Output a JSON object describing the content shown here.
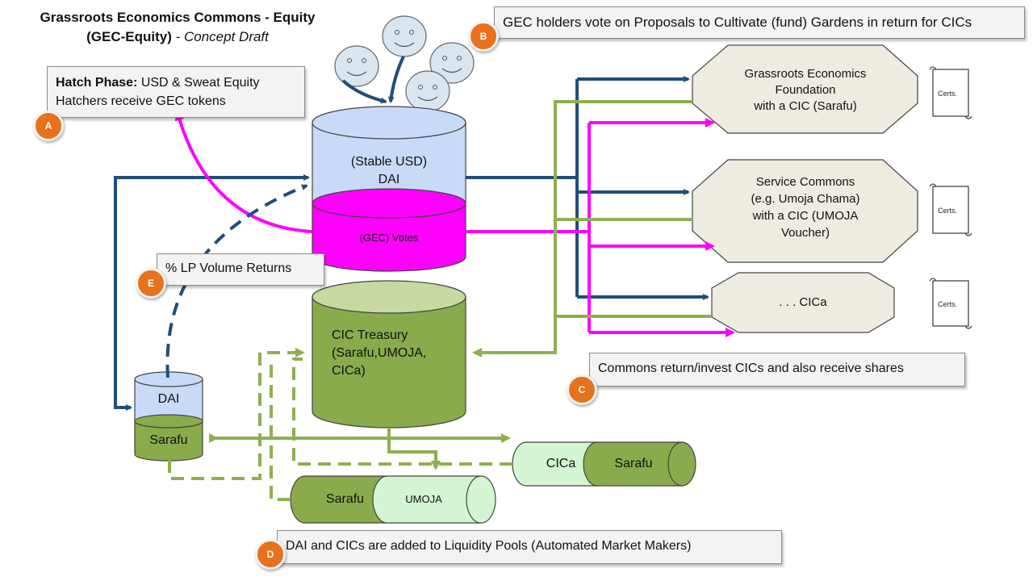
{
  "title": {
    "line1": "Grassroots Economics Commons - Equity",
    "line2_bold": "(GEC-Equity)",
    "line2_sep": " - ",
    "line2_italic": "Concept Draft"
  },
  "callouts": {
    "A": {
      "badge": "A",
      "bold": "Hatch Phase:",
      "line1_rest": " USD & Sweat Equity",
      "line2": "Hatchers receive GEC tokens"
    },
    "B": {
      "badge": "B",
      "text": "GEC holders vote on Proposals to Cultivate (fund) Gardens in return for CICs"
    },
    "C": {
      "badge": "C",
      "text": "Commons return/invest CICs and also receive shares"
    },
    "D": {
      "badge": "D",
      "text": "DAI and CICs are added to Liquidity Pools (Automated Market Makers)"
    },
    "E": {
      "badge": "E",
      "text": "% LP Volume Returns"
    }
  },
  "reserve_tank": {
    "top_label_1": "(Stable USD)",
    "top_label_2": "DAI",
    "bottom_label": "(GEC) Votes"
  },
  "treasury": {
    "line1": "CIC Treasury",
    "line2": "(Sarafu,UMOJA,",
    "line3": "CICa)"
  },
  "small_tank": {
    "top_label": "DAI",
    "bottom_label": "Sarafu"
  },
  "pools": {
    "pool1": {
      "left": "CICa",
      "right": "Sarafu"
    },
    "pool2": {
      "left": "Sarafu",
      "right": "UMOJA"
    }
  },
  "gardens": [
    {
      "line1": "Grassroots Economics",
      "line2": "Foundation",
      "line3": "with a CIC (Sarafu)",
      "cert": "Certs."
    },
    {
      "line1": "Service Commons",
      "line2": "(e.g. Umoja Chama)",
      "line3": "with a CIC (UMOJA",
      "line4": "Voucher)",
      "cert": "Certs."
    },
    {
      "line1": ". . . CICa",
      "cert": "Certs."
    }
  ],
  "colors": {
    "navy": "#1f4e79",
    "magenta": "#ff00ff",
    "green": "#8db050",
    "light_blue": "#c9daf8",
    "olive": "#8aab4c",
    "pale_green": "#d3f5d3",
    "beige": "#eeece1",
    "orange": "#e8721c"
  }
}
